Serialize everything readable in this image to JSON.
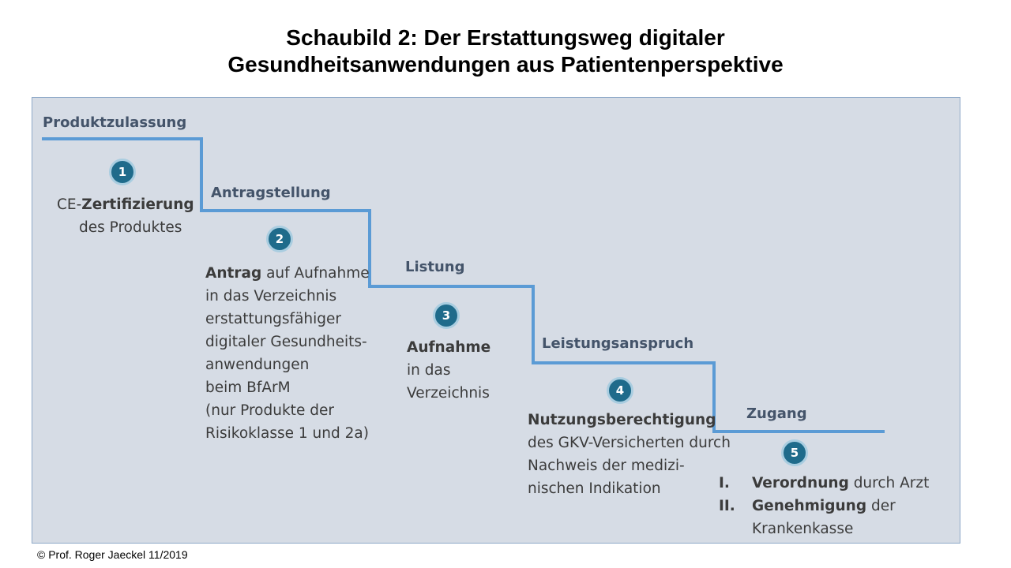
{
  "title": {
    "line1": "Schaubild 2: Der Erstattungsweg digitaler",
    "line2": "Gesundheitsanwendungen aus Patientenperspektive"
  },
  "colors": {
    "panel": "#d6dce5",
    "stair_line": "#5b9bd5",
    "badge": "#1f6b8b",
    "stage_title": "#44546a"
  },
  "steps": [
    {
      "stage": "Produktzulassung",
      "number": "1",
      "description": [
        "CE-",
        "Zertifizierung",
        "des Produktes"
      ]
    },
    {
      "stage": "Antragstellung",
      "number": "2",
      "description": [
        "Antrag",
        " auf Aufnahme",
        "in das Verzeichnis",
        "erstattungsfähiger",
        "digitaler Gesundheits-",
        "anwendungen",
        "beim BfArM",
        "(nur Produkte der",
        "Risikoklasse  1 und 2a)"
      ]
    },
    {
      "stage": "Listung",
      "number": "3",
      "description": [
        "Aufnahme",
        "in das",
        "Verzeichnis"
      ]
    },
    {
      "stage": "Leistungsanspruch",
      "number": "4",
      "description": [
        "Nutzungsberechtigung",
        "des GKV-Versicherten durch",
        "Nachweis der medizi-",
        "nischen Indikation"
      ]
    },
    {
      "stage": "Zugang",
      "number": "5",
      "items": [
        {
          "numeral": "I.",
          "bold": "Verordnung",
          "rest": " durch Arzt"
        },
        {
          "numeral": "II.",
          "bold": "Genehmigung",
          "rest": " der"
        }
      ],
      "continuation": "Krankenkasse"
    }
  ],
  "footer": "© Prof. Roger Jaeckel 11/2019"
}
